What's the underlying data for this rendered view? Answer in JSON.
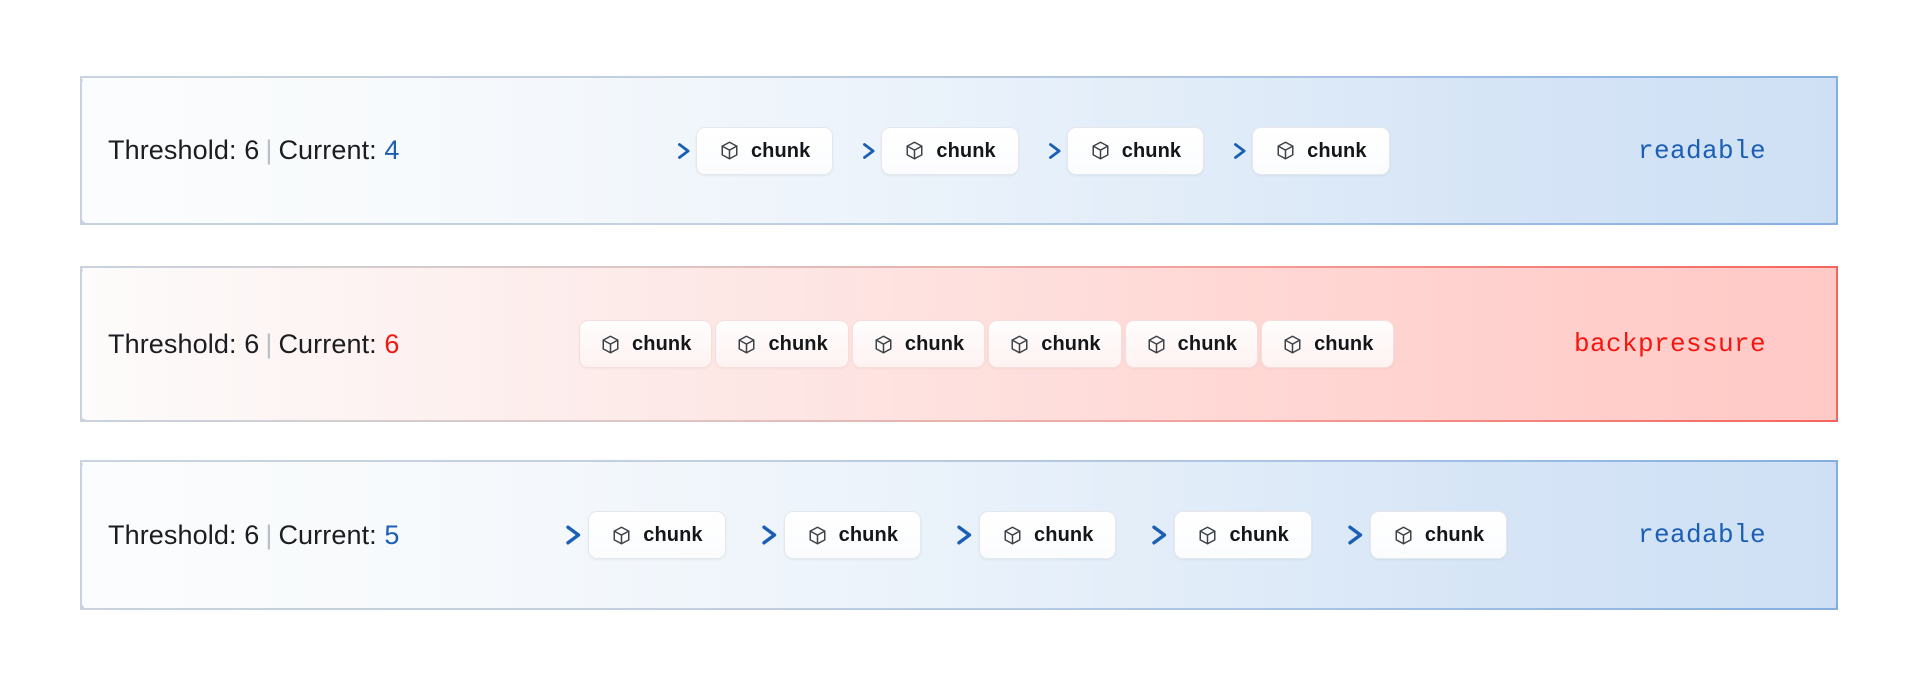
{
  "lanes": [
    {
      "name": "lane-readable-under-threshold",
      "threshold_label": "Threshold:",
      "threshold_value": "6",
      "separator": "|",
      "current_label": "Current:",
      "current_value": "4",
      "current_state": "ok",
      "status": "readable",
      "status_color": "#1b5fb5",
      "tint": "blue",
      "arrows": true,
      "chunks": [
        {
          "icon": "cube-icon",
          "label": "chunk"
        },
        {
          "icon": "cube-icon",
          "label": "chunk"
        },
        {
          "icon": "cube-icon",
          "label": "chunk"
        },
        {
          "icon": "cube-icon",
          "label": "chunk"
        }
      ]
    },
    {
      "name": "lane-backpressure-at-threshold",
      "threshold_label": "Threshold:",
      "threshold_value": "6",
      "separator": "|",
      "current_label": "Current:",
      "current_value": "6",
      "current_state": "full",
      "status": "backpressure",
      "status_color": "#f5160f",
      "tint": "red",
      "arrows": false,
      "chunks": [
        {
          "icon": "cube-icon",
          "label": "chunk"
        },
        {
          "icon": "cube-icon",
          "label": "chunk"
        },
        {
          "icon": "cube-icon",
          "label": "chunk"
        },
        {
          "icon": "cube-icon",
          "label": "chunk"
        },
        {
          "icon": "cube-icon",
          "label": "chunk"
        },
        {
          "icon": "cube-icon",
          "label": "chunk"
        }
      ]
    },
    {
      "name": "lane-readable-near-threshold",
      "threshold_label": "Threshold:",
      "threshold_value": "6",
      "separator": "|",
      "current_label": "Current:",
      "current_value": "5",
      "current_state": "ok",
      "status": "readable",
      "status_color": "#1b5fb5",
      "tint": "blue",
      "arrows": true,
      "chunks": [
        {
          "icon": "cube-icon",
          "label": "chunk"
        },
        {
          "icon": "cube-icon",
          "label": "chunk"
        },
        {
          "icon": "cube-icon",
          "label": "chunk"
        },
        {
          "icon": "cube-icon",
          "label": "chunk"
        },
        {
          "icon": "cube-icon",
          "label": "chunk"
        }
      ]
    }
  ],
  "colors": {
    "accent_blue": "#1b5fb5",
    "accent_red": "#f5160f",
    "lane_border_neutral": "#c9d2dd",
    "lane_fill_blue": "#cfe0f5",
    "lane_fill_red": "#ffc9c6",
    "chunk_border": "#e4e8ed",
    "text": "#1b1d20"
  }
}
